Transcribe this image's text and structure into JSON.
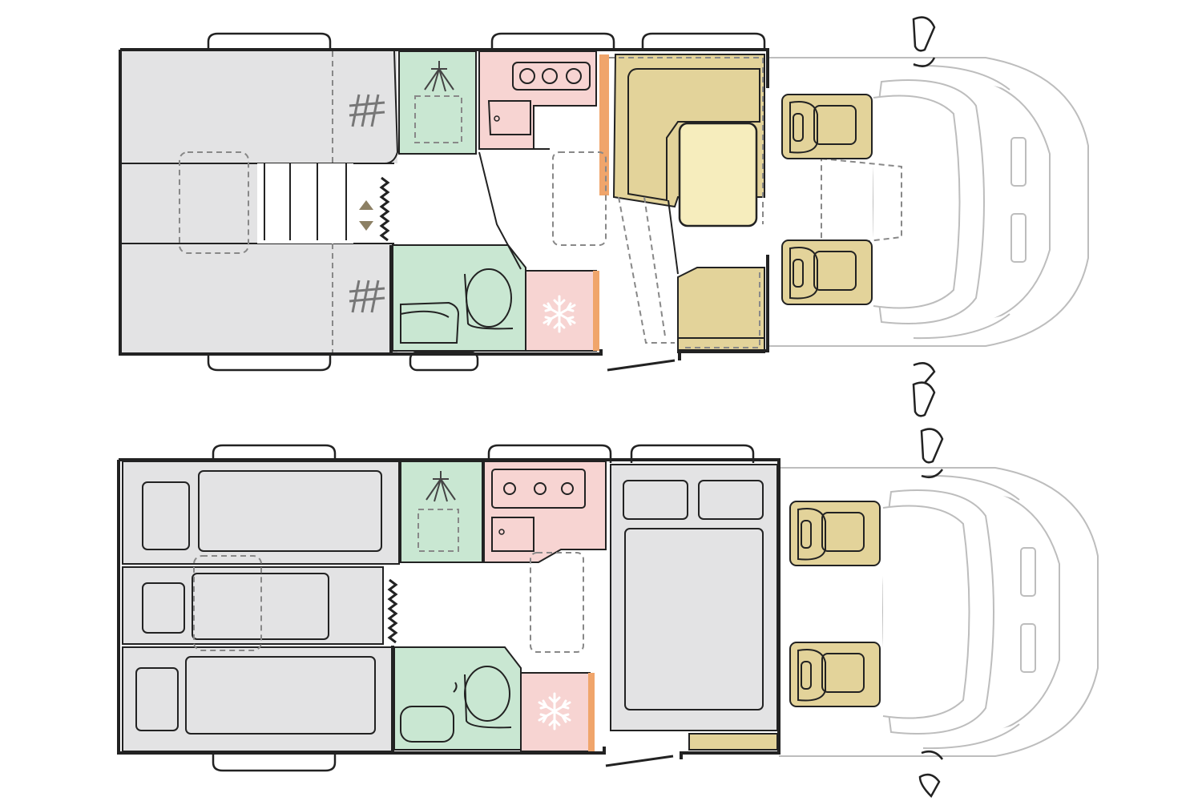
{
  "colors": {
    "sleeping_area": "#e3e3e4",
    "bathroom": "#c9e7d2",
    "kitchen": "#f7d4d2",
    "seating": "#e3d39a",
    "table": "#f6edbd",
    "counter_edge": "#f0a56b",
    "outline": "#222222",
    "cab_line": "#bdbdbd",
    "dashed_line": "#888888"
  },
  "icons": {
    "shower": "shower-icon",
    "hob": "three-burner-hob-icon",
    "sink": "sink-icon",
    "toilet": "toilet-icon",
    "fridge": "snowflake-icon",
    "hatch": "hatch-pattern-icon",
    "lift": "up-down-arrows-icon",
    "curtain": "zigzag-curtain-icon",
    "mirror": "wing-mirror-icon"
  },
  "layouts": [
    {
      "id": "day",
      "label": "",
      "rear_beds": "twin-single",
      "front_area": "u-shaped-dinette"
    },
    {
      "id": "night",
      "label": "",
      "rear_beds": "three-beds-made-up",
      "front_area": "double-bed-made-up"
    }
  ]
}
